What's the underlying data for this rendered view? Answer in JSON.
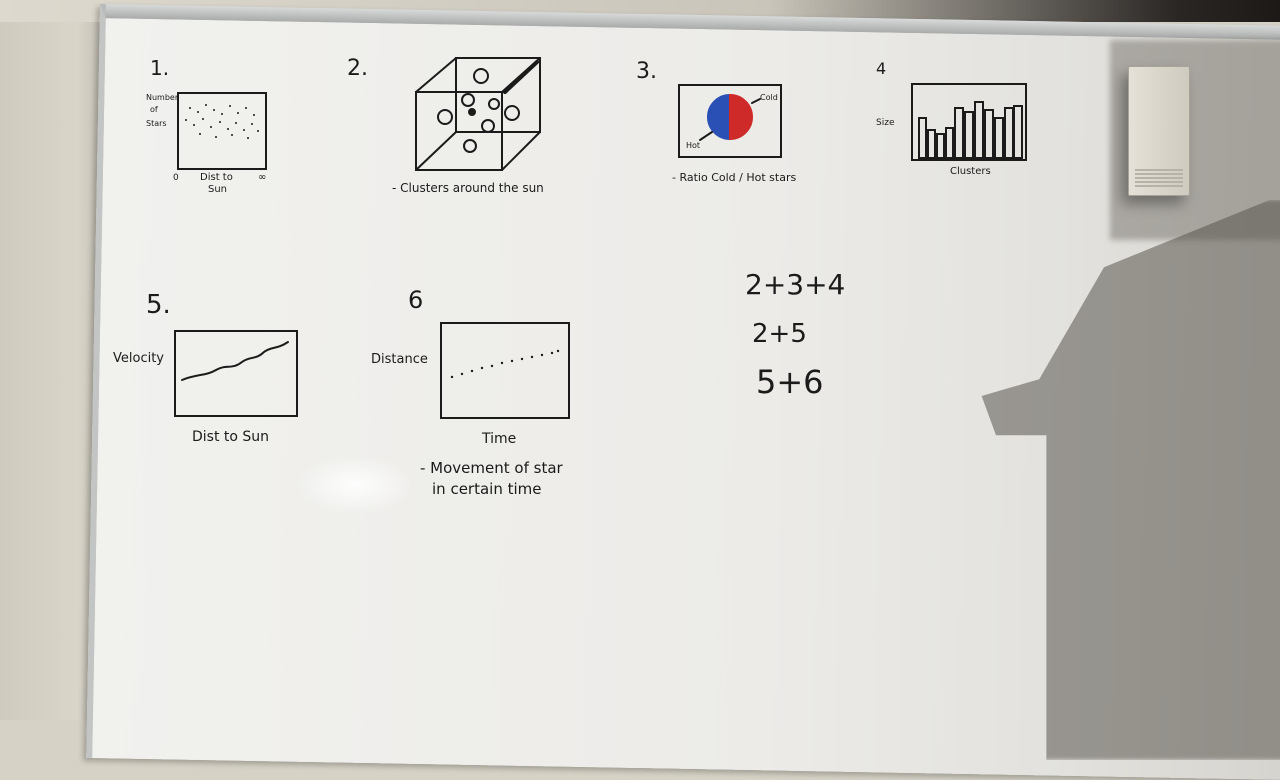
{
  "sketches": [
    {
      "number": "1.",
      "y_label_line1": "Number",
      "y_label_line2": "of",
      "y_label_line3": "Stars",
      "x_label": "Dist to",
      "x_label_line2": "Sun",
      "x_min": "0",
      "x_max": "∞"
    },
    {
      "number": "2.",
      "caption": "- Clusters around the sun"
    },
    {
      "number": "3.",
      "label_cold": "Cold",
      "label_hot": "Hot",
      "caption": "- Ratio Cold / Hot stars"
    },
    {
      "number": "4",
      "y_label": "Size",
      "x_label": "Clusters"
    },
    {
      "number": "5.",
      "y_label": "Velocity",
      "x_label": "Dist to Sun"
    },
    {
      "number": "6",
      "y_label": "Distance",
      "x_label": "Time",
      "caption_line1": "- Movement of star",
      "caption_line2": "in certain time"
    }
  ],
  "combos": [
    "2+3+4",
    "2+5",
    "5+6"
  ],
  "colors": {
    "ink": "#1b1b1b",
    "cold": "#cf2a2a",
    "hot": "#2a4fb5"
  }
}
